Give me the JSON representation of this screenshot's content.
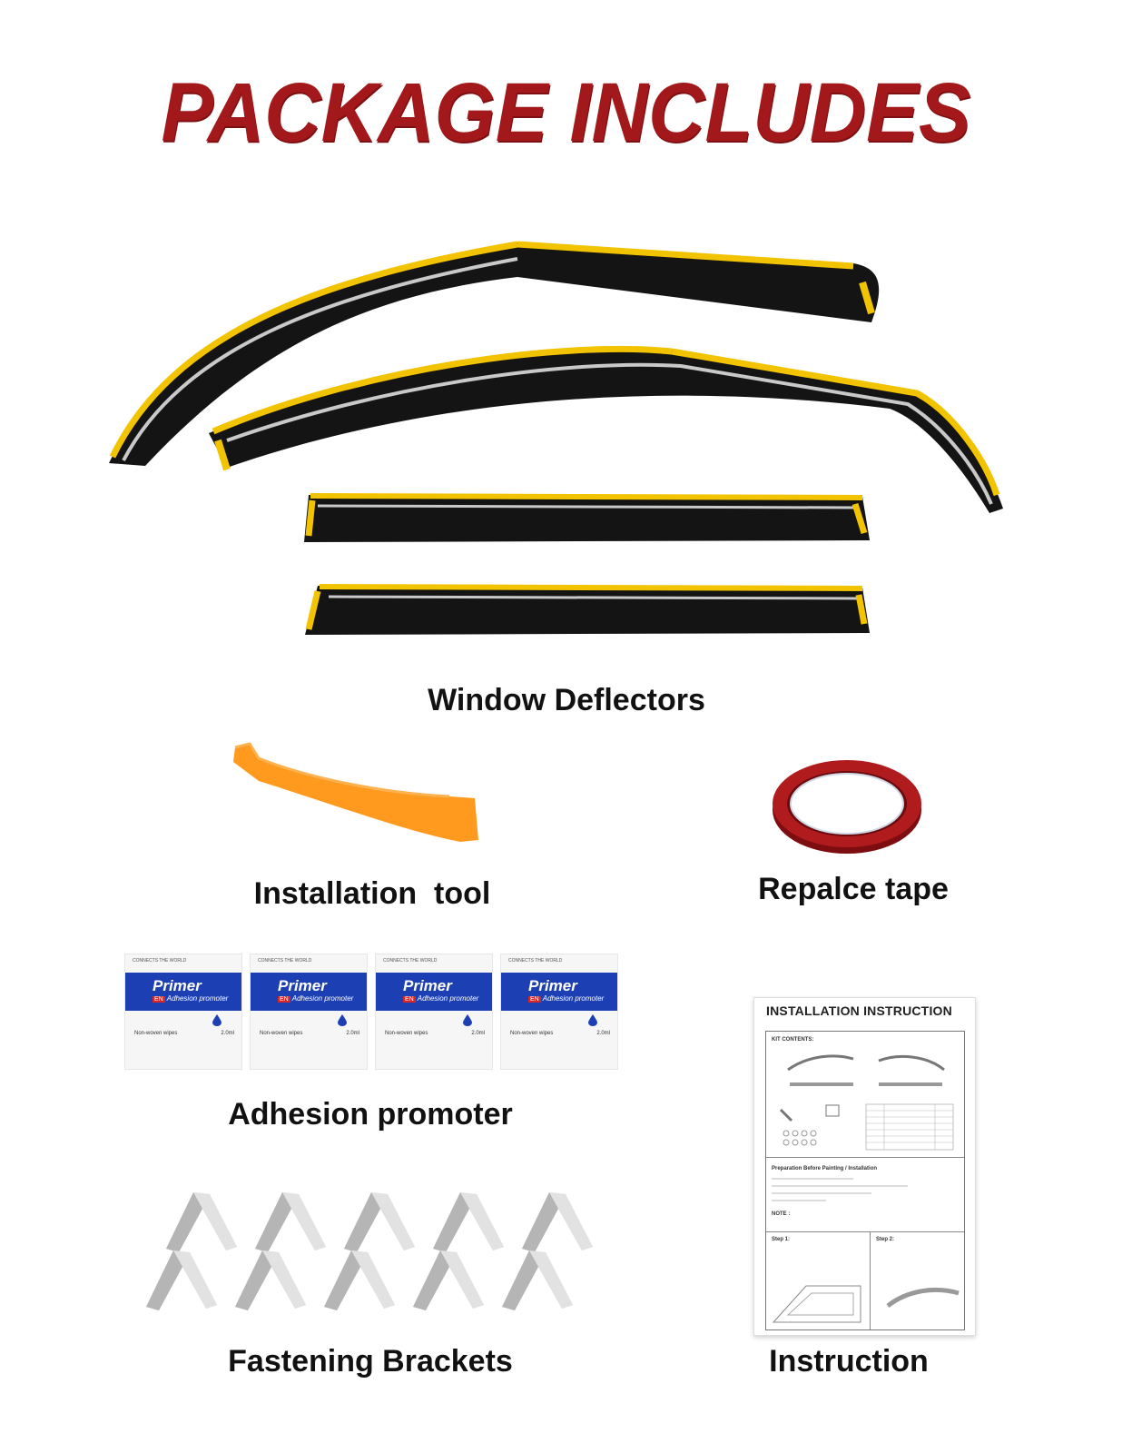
{
  "header": {
    "title": "PACKAGE INCLUDES"
  },
  "items": {
    "deflectors": {
      "label": "Window Deflectors"
    },
    "tool": {
      "label": "Installation  tool"
    },
    "tape": {
      "label": "Repalce tape"
    },
    "promoter": {
      "label": "Adhesion promoter",
      "packets": [
        {
          "top": "CONNECTS THE WORLD",
          "name": "Primer",
          "badge": "EN",
          "sub": "Adhesion promoter",
          "wipes": "Non-woven wipes",
          "volume": "2.0ml"
        },
        {
          "top": "CONNECTS THE WORLD",
          "name": "Primer",
          "badge": "EN",
          "sub": "Adhesion promoter",
          "wipes": "Non-woven wipes",
          "volume": "2.0ml"
        },
        {
          "top": "CONNECTS THE WORLD",
          "name": "Primer",
          "badge": "EN",
          "sub": "Adhesion promoter",
          "wipes": "Non-woven wipes",
          "volume": "2.0ml"
        },
        {
          "top": "CONNECTS THE WORLD",
          "name": "Primer",
          "badge": "EN",
          "sub": "Adhesion promoter",
          "wipes": "Non-woven wipes",
          "volume": "2.0ml"
        }
      ]
    },
    "brackets": {
      "label": "Fastening Brackets",
      "count": 10
    },
    "instruction": {
      "label": "Instruction",
      "doc_title": "INSTALLATION INSTRUCTION",
      "kit_contents": "KIT CONTENTS:",
      "prep": "Preparation Before Painting / Installation",
      "note": "NOTE :",
      "step1": "Step 1:",
      "step2": "Step 2:"
    }
  },
  "colors": {
    "title": "#a3191b",
    "tape_yellow": "#f2c300",
    "tool_orange": "#ff9a1f",
    "primer_blue": "#1d3fb4",
    "tape_red": "#a8191b"
  }
}
